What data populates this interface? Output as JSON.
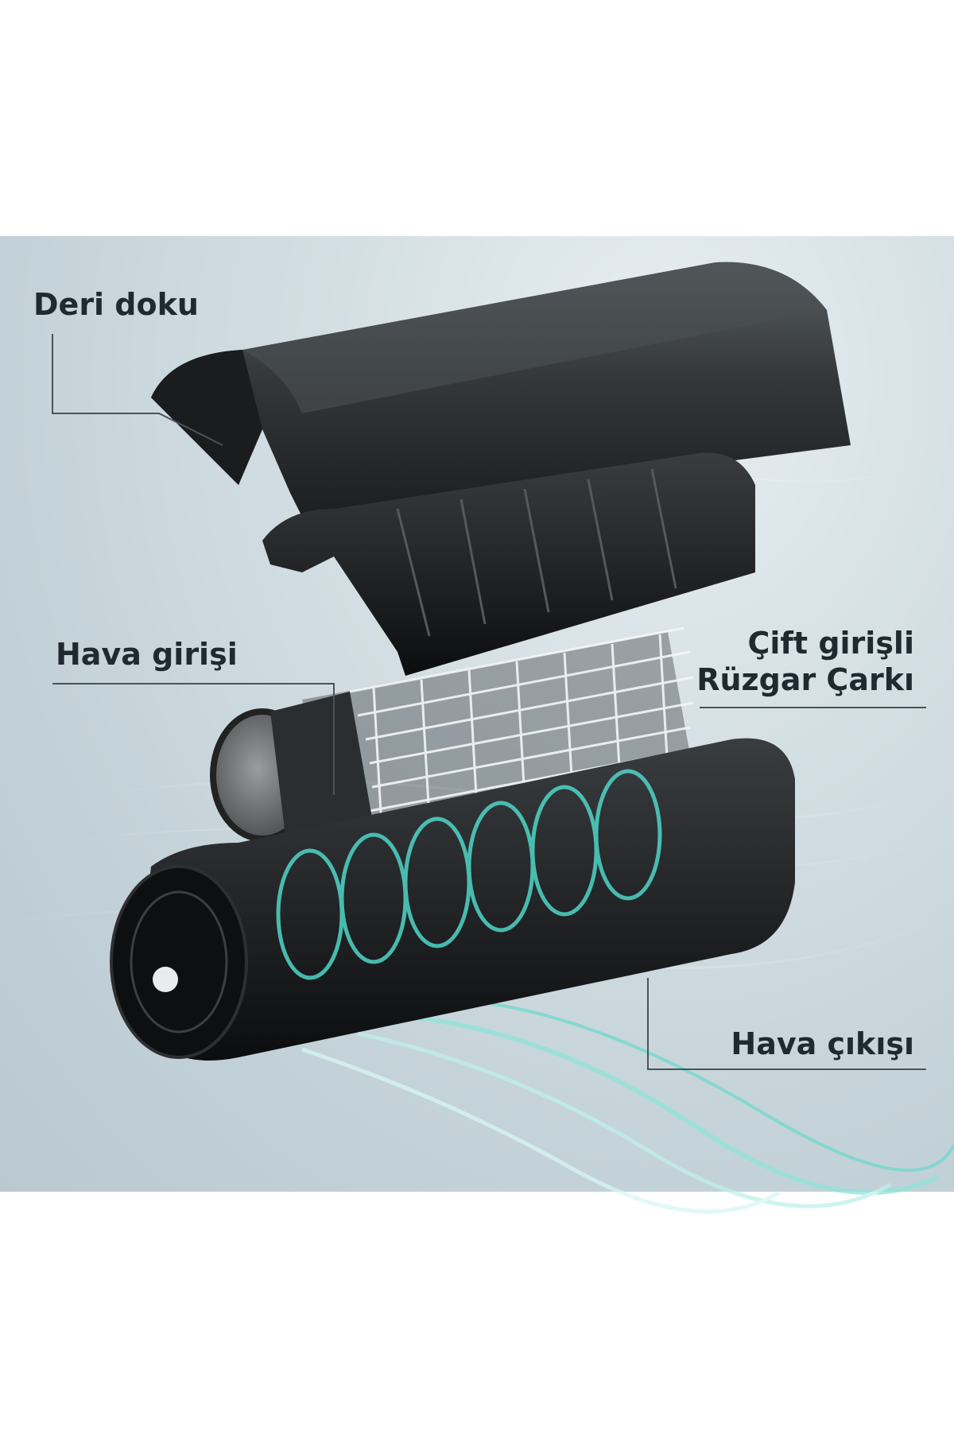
{
  "labels": {
    "leather_texture": "Deri doku",
    "air_inlet": "Hava girişi",
    "dual_inlet_wheel_line1": "Çift girişli",
    "dual_inlet_wheel_line2": "Rüzgar Çarkı",
    "air_outlet": "Hava çıkışı"
  },
  "colors": {
    "background": "#c9d7dc",
    "leader_line": "#4a5358",
    "shell_dark": "#141516",
    "airflow_teal": "#4fd6c8"
  }
}
